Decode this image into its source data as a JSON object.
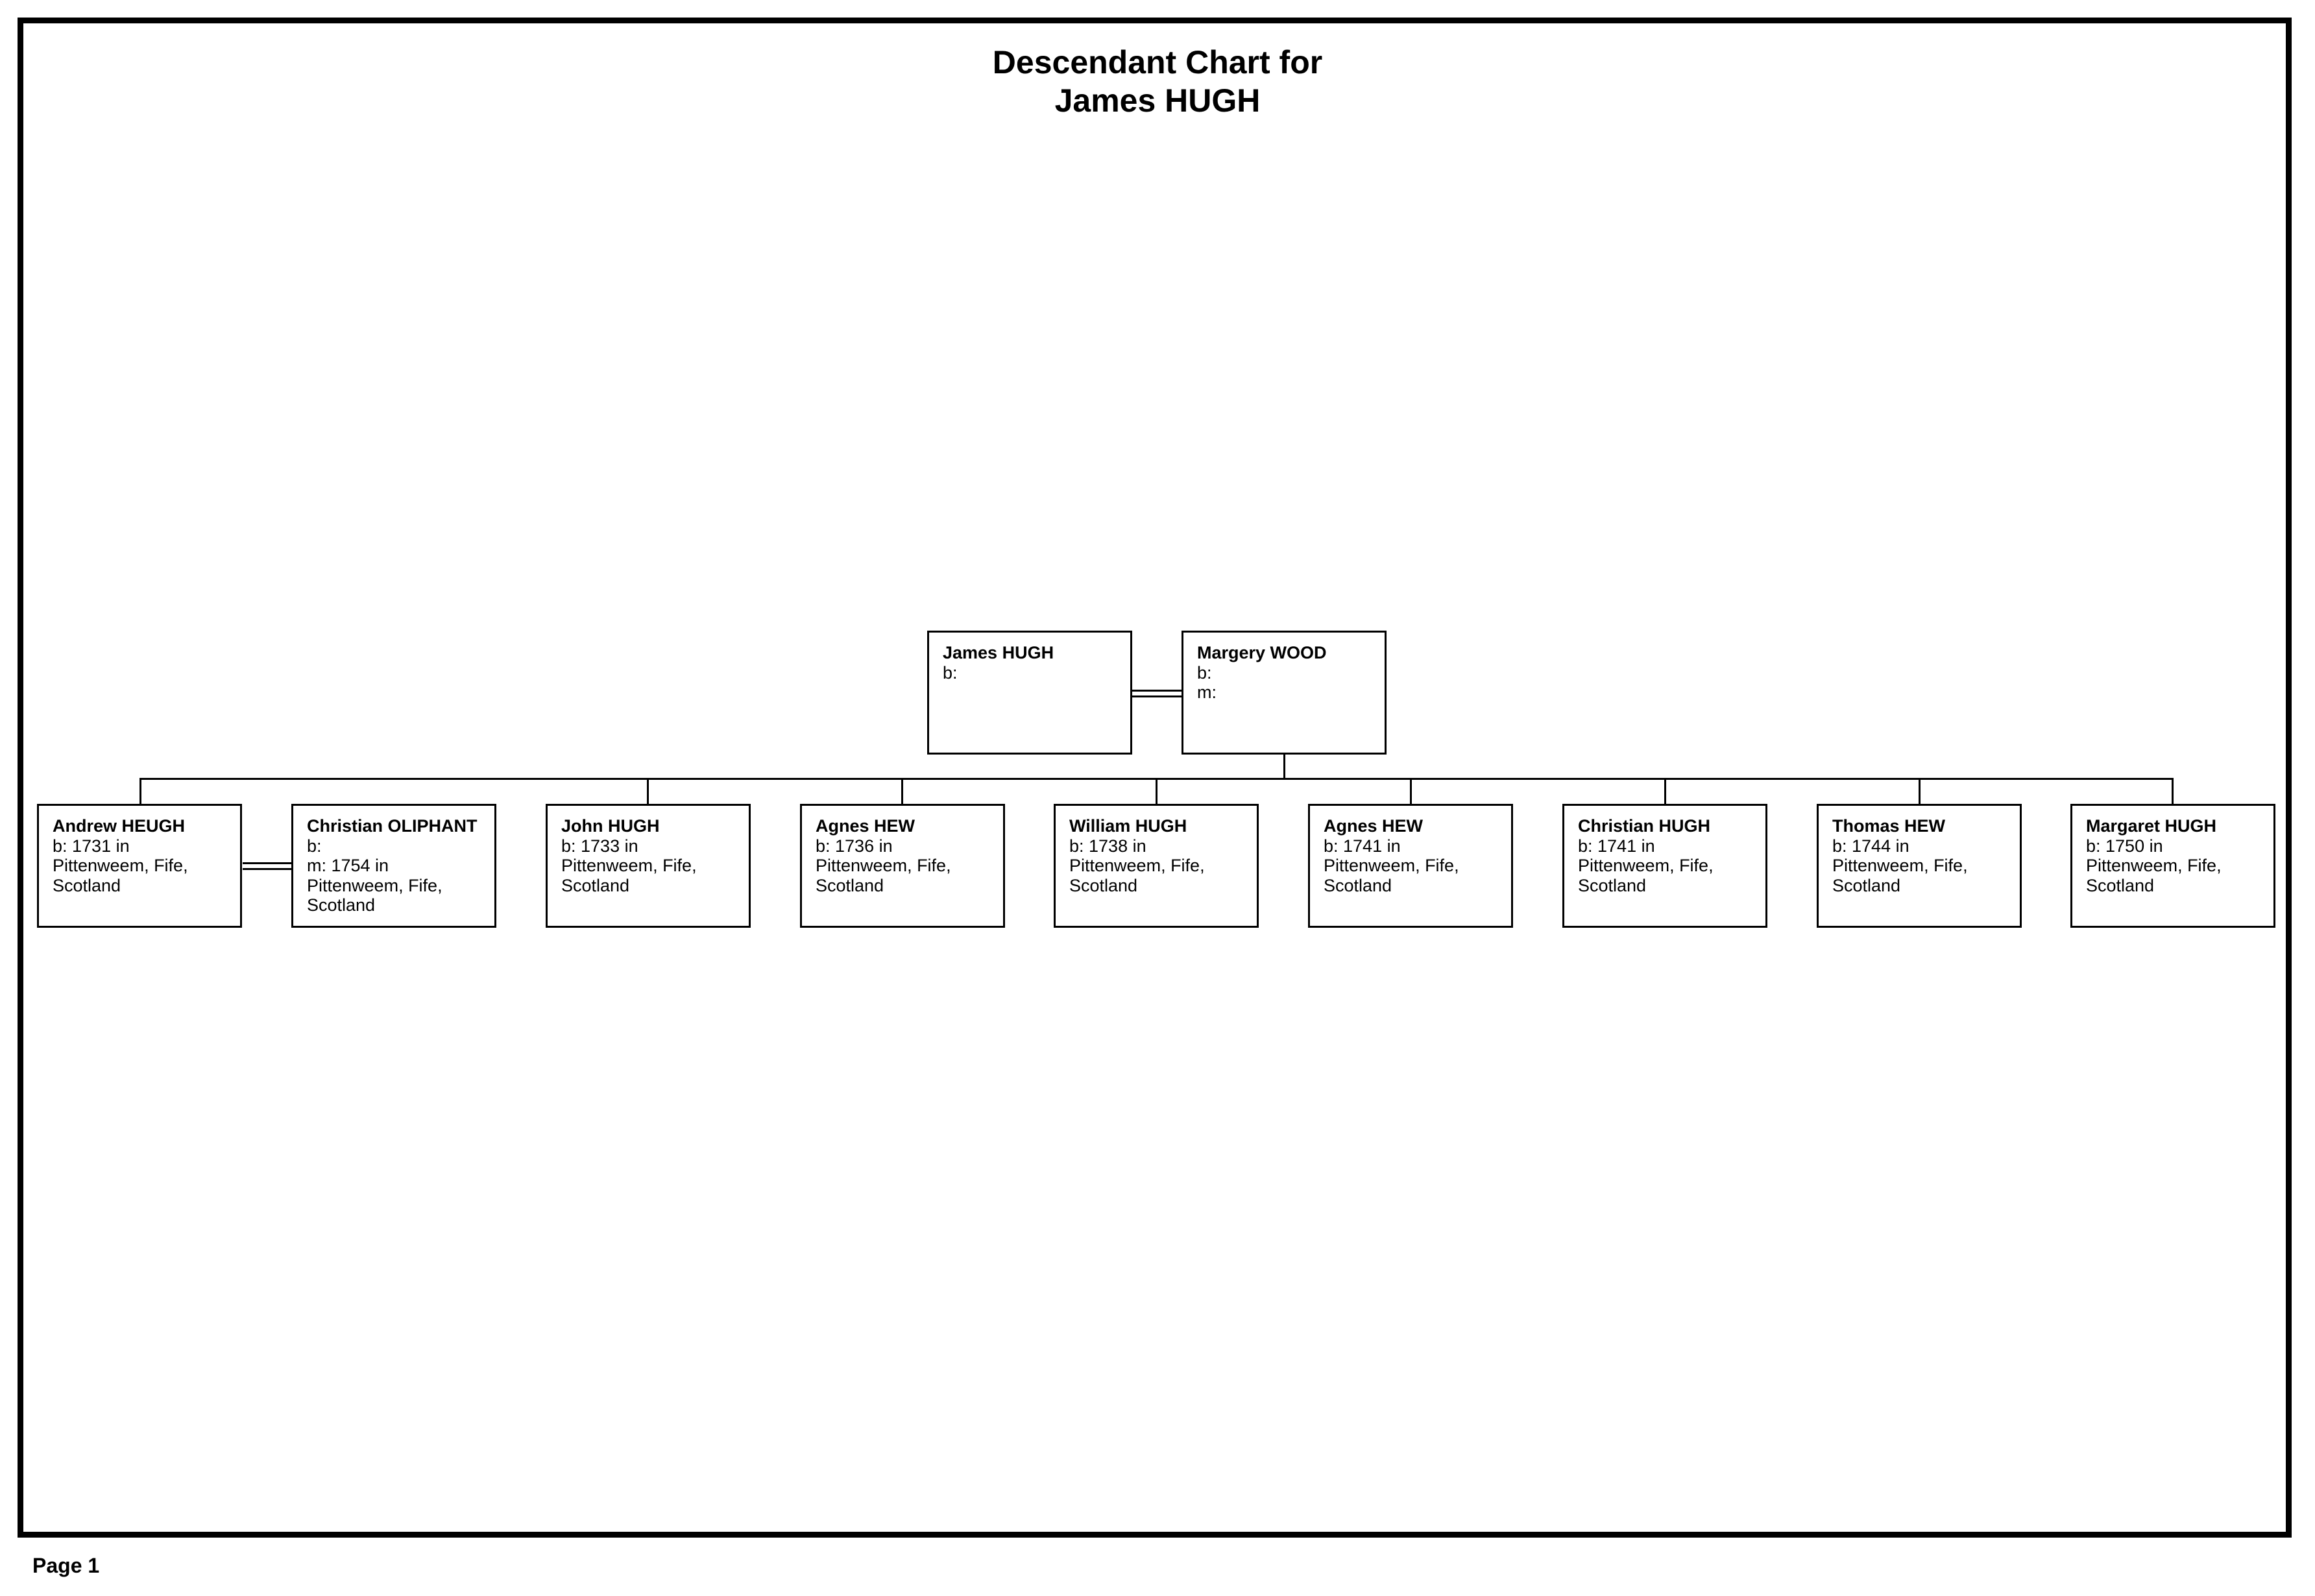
{
  "title_line1": "Descendant Chart for",
  "title_line2": "James HUGH",
  "parents": {
    "father": {
      "name": "James HUGH",
      "lines": [
        "b:"
      ]
    },
    "mother": {
      "name": "Margery WOOD",
      "lines": [
        "b:",
        "m:"
      ]
    }
  },
  "children": [
    {
      "name": "Andrew HEUGH",
      "lines": [
        "b: 1731 in",
        "Pittenweem, Fife,",
        "Scotland"
      ]
    },
    {
      "name": "Christian OLIPHANT",
      "lines": [
        "b:",
        "m: 1754 in",
        "Pittenweem, Fife,",
        "Scotland"
      ]
    },
    {
      "name": "John HUGH",
      "lines": [
        "b: 1733 in",
        "Pittenweem, Fife,",
        "Scotland"
      ]
    },
    {
      "name": "Agnes HEW",
      "lines": [
        "b: 1736 in",
        "Pittenweem, Fife,",
        "Scotland"
      ]
    },
    {
      "name": "William HUGH",
      "lines": [
        "b: 1738 in",
        "Pittenweem, Fife,",
        "Scotland"
      ]
    },
    {
      "name": "Agnes HEW",
      "lines": [
        "b: 1741 in",
        "Pittenweem, Fife,",
        "Scotland"
      ]
    },
    {
      "name": "Christian HUGH",
      "lines": [
        "b: 1741 in",
        "Pittenweem, Fife,",
        "Scotland"
      ]
    },
    {
      "name": "Thomas HEW",
      "lines": [
        "b: 1744 in",
        "Pittenweem, Fife,",
        "Scotland"
      ]
    },
    {
      "name": "Margaret HUGH",
      "lines": [
        "b: 1750 in",
        "Pittenweem, Fife,",
        "Scotland"
      ]
    }
  ],
  "footer": {
    "page": "Page 1"
  }
}
